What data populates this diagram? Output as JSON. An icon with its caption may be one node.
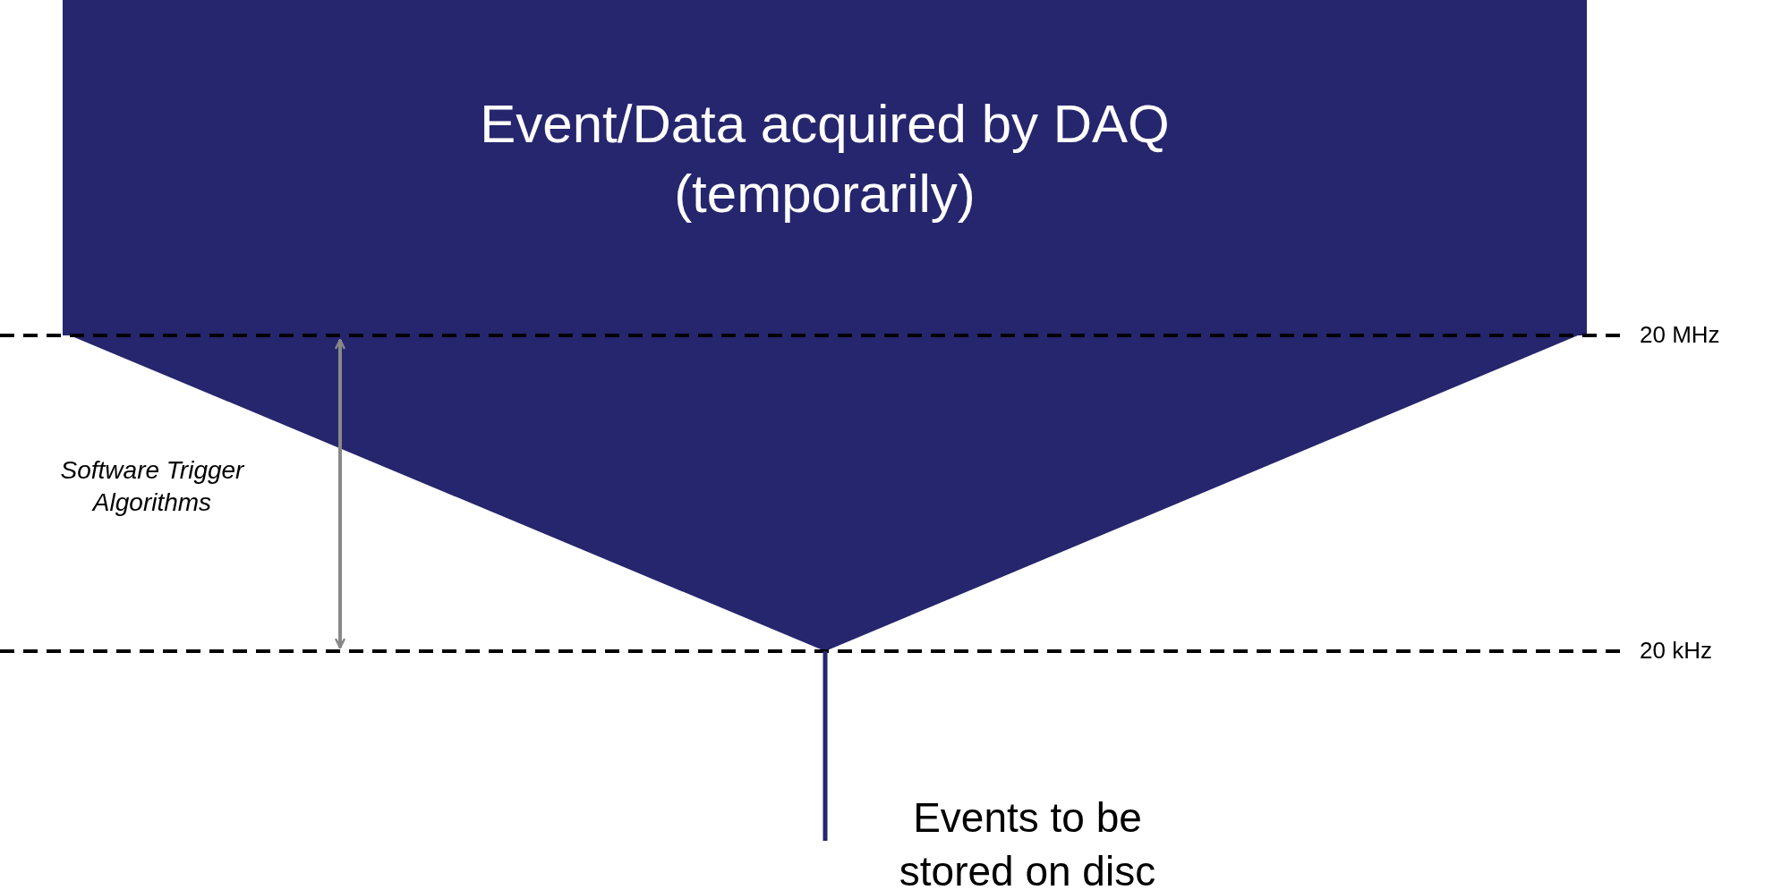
{
  "diagram": {
    "nodes": [
      {
        "text": [
          "Event/Data acquired by DAQ (temporarily)"
        ]
      },
      {
        "text": [
          "Events to be stored on disc"
        ]
      }
    ],
    "edges": [
      {
        "from": 0,
        "to": 1,
        "arrow": "none"
      }
    ],
    "labels": [
      "20 MHz",
      "Software Trigger Algorithms",
      "20 kHz"
    ]
  }
}
